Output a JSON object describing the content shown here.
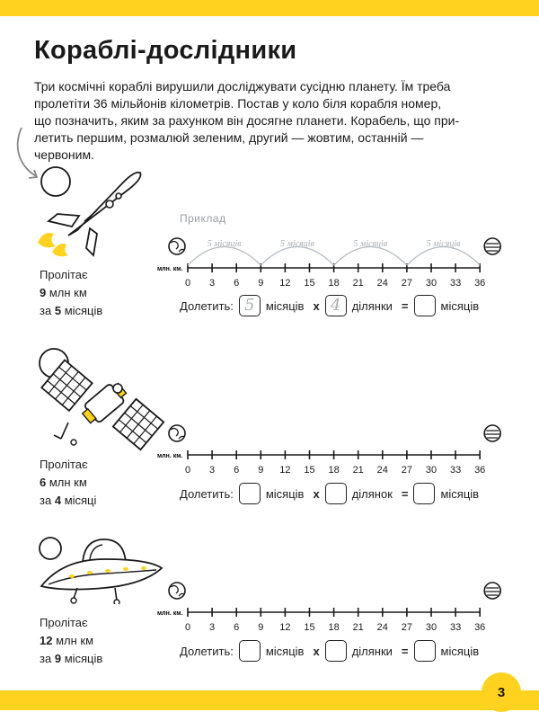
{
  "page": {
    "title": "Кораблі-дослідники",
    "number": "3"
  },
  "intro": {
    "lines": [
      "Три космічні кораблі вирушили досліджувати сусідню планету. Їм треба",
      "пролетіти 36 мільйонів кілометрів. Постав у коло біля корабля номер,",
      "що позначить, яким за рахунком він досягне планети. Корабель, що при-",
      "летить першим, розмалюй зеленим, другий — жовтим, останній —",
      "червоним."
    ]
  },
  "example_label": "Приклад",
  "arc_label": "5 місяців",
  "axis_unit": "млн. км.",
  "ticks": [
    "0",
    "3",
    "6",
    "9",
    "12",
    "15",
    "18",
    "21",
    "24",
    "27",
    "30",
    "33",
    "36"
  ],
  "ships": [
    {
      "caption_prefix": "Пролітає",
      "distance_num": "9",
      "distance_unit": "млн км",
      "time_prefix": "за",
      "time_num": "5",
      "time_unit": "місяців",
      "eq": {
        "lead": "Долетить:",
        "box1": "5",
        "unit1": "місяців",
        "op1": "x",
        "box2": "4",
        "unit2": "ділянки",
        "op2": "=",
        "unit3": "місяців"
      }
    },
    {
      "caption_prefix": "Пролітає",
      "distance_num": "6",
      "distance_unit": "млн км",
      "time_prefix": "за",
      "time_num": "4",
      "time_unit": "місяці",
      "eq": {
        "lead": "Долетить:",
        "unit1": "місяців",
        "op1": "x",
        "unit2": "ділянок",
        "op2": "=",
        "unit3": "місяців"
      }
    },
    {
      "caption_prefix": "Пролітає",
      "distance_num": "12",
      "distance_unit": "млн км",
      "time_prefix": "за",
      "time_num": "9",
      "time_unit": "місяців",
      "eq": {
        "lead": "Долетить:",
        "unit1": "місяців",
        "op1": "x",
        "unit2": "ділянки",
        "op2": "=",
        "unit3": "місяців"
      }
    }
  ],
  "colors": {
    "accent": "#ffd21f",
    "ink": "#1a1a1a",
    "faint": "#a9b0b6"
  },
  "icons": [
    "rocket-icon",
    "satellite-icon",
    "ufo-icon",
    "earth-icon",
    "planet-icon",
    "curved-arrow-icon"
  ]
}
